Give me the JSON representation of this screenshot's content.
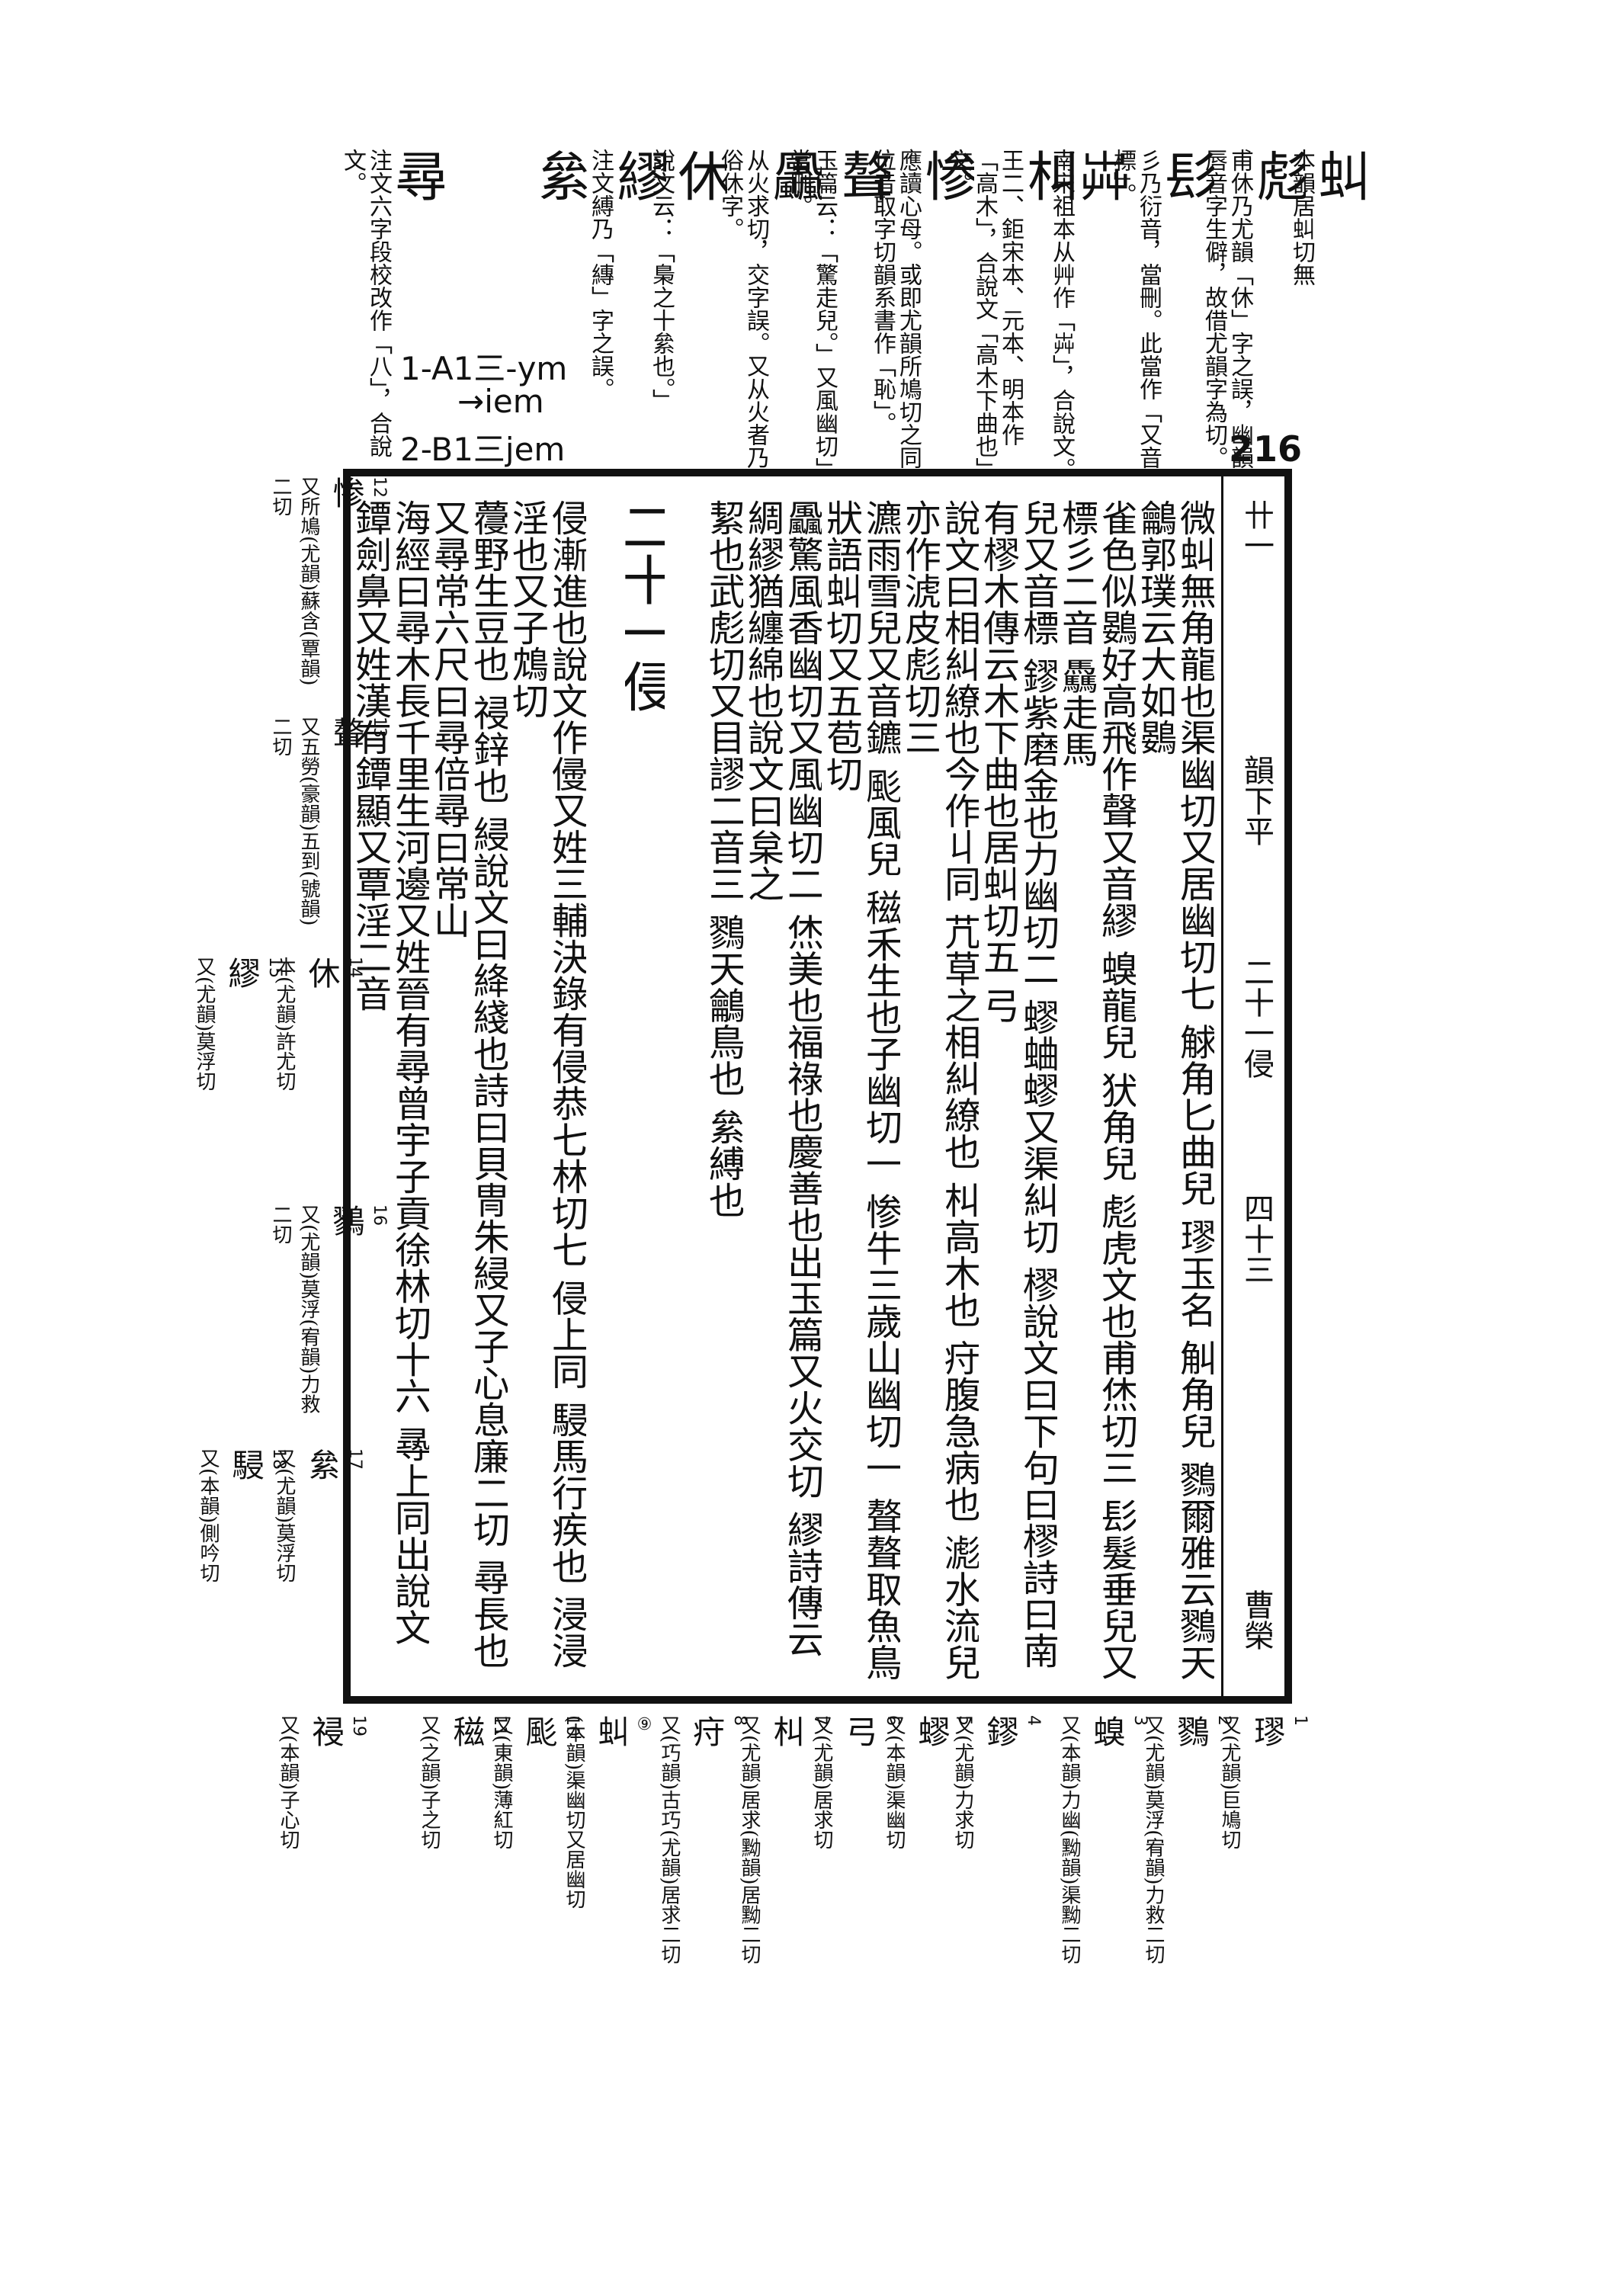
{
  "page_number": "216",
  "phonetic_notes": [
    "1-A1三-ym",
    "→iem",
    "2-B1三jem"
  ],
  "top_notes": [
    {
      "head": "虯",
      "text": "本韻居虯切無"
    },
    {
      "head": "彪",
      "text": "甫休乃尤韻「休」字之誤，幽韻唇音字生僻，故借尤韻字為切。"
    },
    {
      "head": "髟",
      "text": "彡乃衍音，當刪。此當作「又音標」。"
    },
    {
      "head": "芔",
      "text": "南宋祖本从艸作「芔」，合說文。"
    },
    {
      "head": "朻",
      "text": "王二、鉅宋本、元本、明本作「高木」，合說文「高木下曲也」文。"
    },
    {
      "head": "惨",
      "text": "應讀心母。或即尤韻所鳩切之同位音取字切韻系書作「恥」。"
    },
    {
      "head": "聱",
      "text": "玉篇云：「驚走兒。」又風幽切」當刪。"
    },
    {
      "head": "飍",
      "text": "从火求切，交字誤。又从火者乃俗休字。"
    },
    {
      "head": "休",
      "text": "說文云：「梟之十絫也。」"
    },
    {
      "head": "繆",
      "text": "注文縛乃「縳」字之誤。"
    },
    {
      "head": "絫",
      "text": ""
    },
    {
      "head": "尋",
      "text": "注文六字段校改作「八」，合說文。"
    }
  ],
  "main": {
    "section": "韻下平",
    "rhyme": "二十一侵",
    "leaf": "四十三",
    "scribe": "曹榮",
    "margin_label": "卄一",
    "columns": [
      "微虯無角龍也渠幽切又居幽切七 觩角匕曲兒 璆玉名 觓角兒 鷚爾雅云鷚天鸙郭璞云大如鷃",
      "雀色似鷃好高飛作聲又音繆 螑龍兒 犾角兒 彪虎文也甫烋切三 髟髮垂兒又標彡二音 驫走馬",
      "兒又音標 鏐紫磨金也力幽切二 蟉蛐蟉又渠糾切 樛說文曰下句曰樛詩曰南有樛木傳云木下曲也居虯切五 弓",
      "說文曰相糾繚也今作丩同 芁草之相糾繚也 朻高木也 疛腹急病也 滮水流兒亦作淲皮彪切三",
      "瀌雨雪兒又音鑣 颩風兒 稵禾生也子幽切一 惨牛三歲山幽切一 聱聱取魚鳥狀語虯切又五苞切",
      "飍驚風香幽切又風幽切二 烋美也福祿也慶善也出玉篇又火交切 繆詩傳云綢繆猶纏綿也說文曰枲之",
      "絜也武彪切又目謬二音三 鷚天鸙鳥也 絫縛也",
      "二十一侵",
      "侵漸進也說文作㑴又姓三輔決錄有侵恭七林切七 侵上同 駸馬行疾也 浸浸淫也又子鴆切",
      "蘉野生豆也 祲鋅也 綅說文曰絳綫也詩曰貝冑朱綅又子心息廉二切 尋長也又尋常六尺曰尋倍尋曰常山",
      "海經曰尋木長千里生河邊又姓晉有尋曾宇子貢徐林切十六 㝷上同出說文 鐔劍鼻又姓漢有鐔顯又覃淫二音"
    ]
  },
  "left_notes": [
    {
      "n": "12",
      "c": "惨",
      "t": "又所鳩(尤韻)蘇含(覃韻)二切"
    },
    {
      "n": "13",
      "c": "聱",
      "t": "又五勞(豪韻)五到(號韻)二切"
    },
    {
      "n": "14",
      "c": "休",
      "t": "本(尤韻)許尤切"
    },
    {
      "n": "15",
      "c": "繆",
      "t": "又(尤韻)莫浮切"
    },
    {
      "n": "16",
      "c": "鷚",
      "t": "又(尤韻)莫浮(宥韻)力救二切"
    },
    {
      "n": "17",
      "c": "絫",
      "t": "又(尤韻)莫浮切"
    },
    {
      "n": "18",
      "c": "駸",
      "t": "又(本韻)側吟切"
    }
  ],
  "bottom_notes": [
    {
      "n": "1",
      "c": "璆",
      "t": "又(尤韻)巨鳩切"
    },
    {
      "n": "2",
      "c": "鷚",
      "t": "又(尤韻)莫浮(宥韻)力救二切"
    },
    {
      "n": "3",
      "c": "螑",
      "t": "又(本韻)力幽(黝韻)渠黝二切"
    },
    {
      "n": "4",
      "c": "鏐",
      "t": "又(尤韻)力求切"
    },
    {
      "n": "5",
      "c": "蟉",
      "t": "又(本韻)渠幽切"
    },
    {
      "n": "6",
      "c": "弓",
      "t": "又(尤韻)居求切"
    },
    {
      "n": "7",
      "c": "朻",
      "t": "又(尤韻)居求(黝韻)居黝二切"
    },
    {
      "n": "8",
      "c": "疛",
      "t": "又(巧韻)古巧(尤韻)居求二切"
    },
    {
      "n": "⑨",
      "c": "虯",
      "t": "(本韻)渠幽切又居幽切"
    },
    {
      "n": "10",
      "c": "颩",
      "t": "又(東韻)薄紅切"
    },
    {
      "n": "11",
      "c": "稵",
      "t": "又(之韻)子之切"
    },
    {
      "n": "19",
      "c": "祲",
      "t": "又(本韻)子心切"
    }
  ]
}
